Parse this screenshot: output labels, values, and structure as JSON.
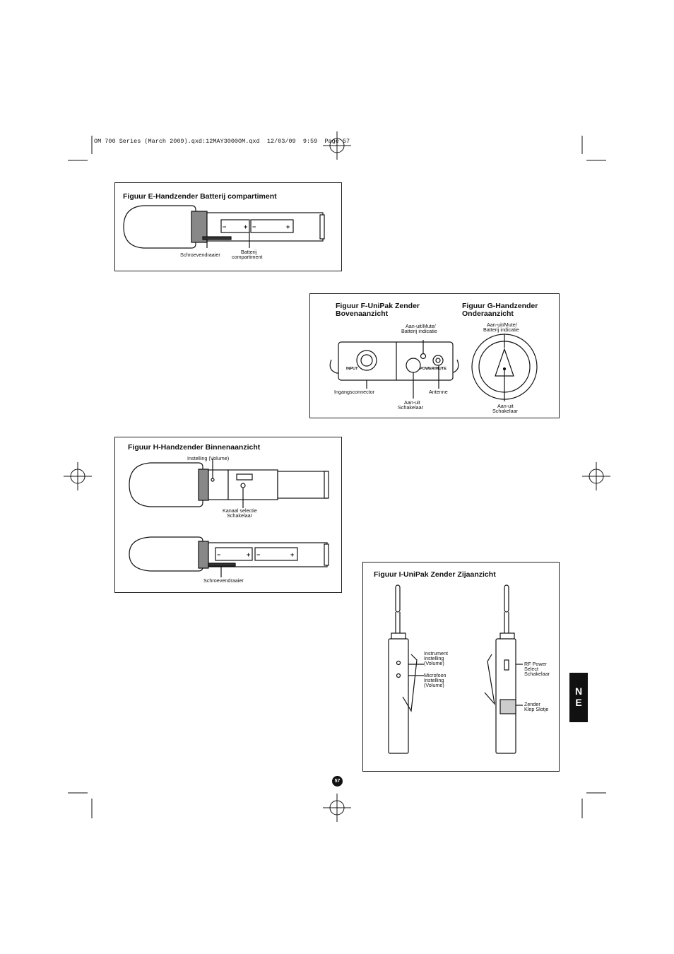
{
  "header": {
    "file_line": "OM 700 Series (March 2009).qxd:12MAY3000OM.qxd  12/03/09  9:59  Page 57"
  },
  "fig_e": {
    "title": "Figuur E-Handzender Batterij compartiment",
    "label_screwdriver": "Schroevendraaier",
    "label_battery_1": "Batterij",
    "label_battery_2": "compartiment"
  },
  "fig_f": {
    "title_1": "Figuur F-UniPak Zender",
    "title_2": "Bovenaanzicht",
    "label_indicator_1": "Aan-uit/Mute/",
    "label_indicator_2": "Batterij indicatie",
    "label_input_connector": "Ingangsconnector",
    "label_switch_1": "Aan-uit",
    "label_switch_2": "Schakelaar",
    "label_antenna": "Antenne",
    "panel_input": "INPUT",
    "panel_power": "POWER/MUTE"
  },
  "fig_g": {
    "title_1": "Figuur G-Handzender",
    "title_2": "Onderaanzicht",
    "label_indicator_1": "Aan-uit/Mute/",
    "label_indicator_2": "Batterij indicatie",
    "label_switch_1": "Aan-uit",
    "label_switch_2": "Schakelaar"
  },
  "fig_h": {
    "title": "Figuur H-Handzender Binnenaanzicht",
    "label_volume": "Instelling (Volume)",
    "label_channel_1": "Kanaal selectie",
    "label_channel_2": "Schakelaar",
    "label_screwdriver": "Schroevendraaier"
  },
  "fig_i": {
    "title": "Figuur I-UniPak Zender Zijaanzicht",
    "label_instrument_1": "Instrument",
    "label_instrument_2": "Instelling",
    "label_instrument_3": "(Volume)",
    "label_mic_1": "Microfoon",
    "label_mic_2": "Instelling",
    "label_mic_3": "(Volume)",
    "label_rf_1": "RF Power",
    "label_rf_2": "Select",
    "label_rf_3": "Schakelaar",
    "label_latch_1": "Zender",
    "label_latch_2": "Klep Slotje"
  },
  "side_tab": {
    "line_1": "N",
    "line_2": "E"
  },
  "page_number": "57"
}
